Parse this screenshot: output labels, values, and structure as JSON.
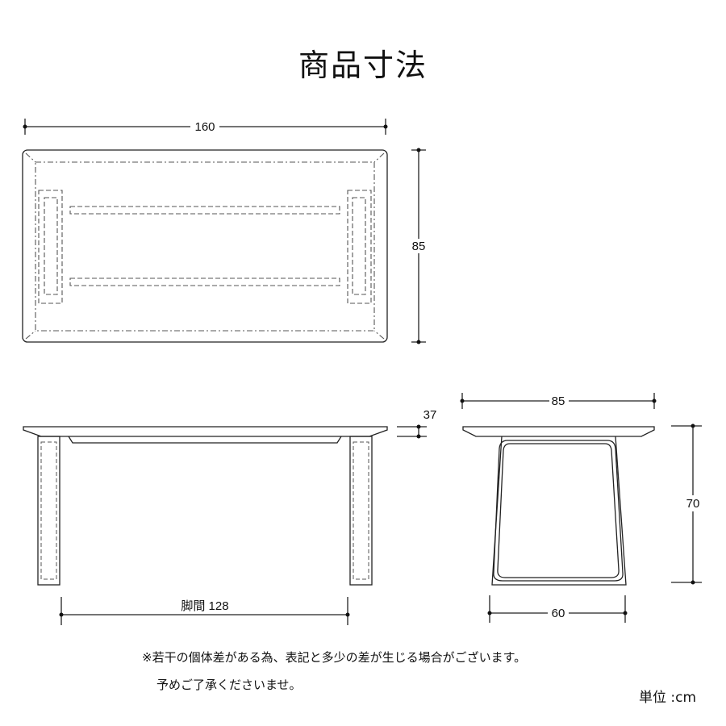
{
  "title": "商品寸法",
  "top_view": {
    "width_label": "160",
    "depth_label": "85"
  },
  "front_view": {
    "top_thickness_label": "37",
    "leg_span_label": "脚間 128"
  },
  "side_view": {
    "top_width_label": "85",
    "height_label": "70",
    "base_width_label": "60"
  },
  "notes": {
    "line1": "※若干の個体差がある為、表記と多少の差が生じる場合がございます。",
    "line2": "予めご了承くださいませ。"
  },
  "unit_label": "単位 :cm",
  "colors": {
    "line": "#222222",
    "hidden": "#555555"
  }
}
